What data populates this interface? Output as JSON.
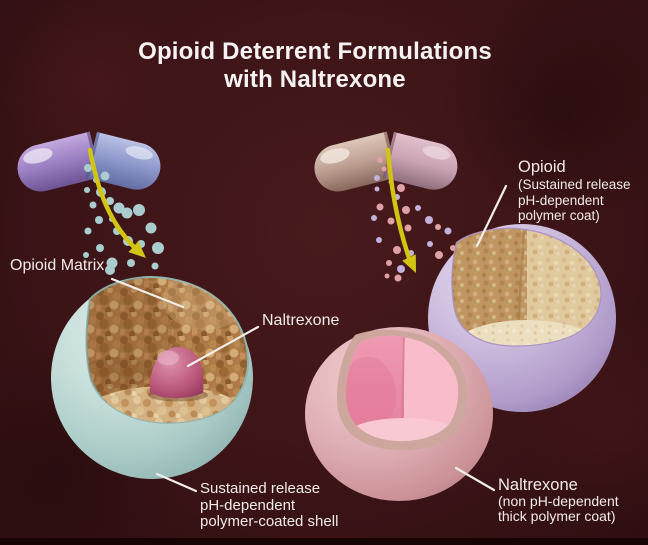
{
  "title": {
    "line1": "Opioid Deterrent Formulations",
    "line2": "with Naltrexone"
  },
  "labels": {
    "opioid_matrix": "Opioid Matrix",
    "naltrexone_core": "Naltrexone",
    "opioid_sphere": {
      "heading": "Opioid",
      "line1": "(Sustained release",
      "line2": "pH-dependent",
      "line3": "polymer coat)"
    },
    "shell": {
      "line1": "Sustained release",
      "line2": "pH-dependent",
      "line3": "polymer-coated shell"
    },
    "naltrexone_sphere": {
      "heading": "Naltrexone",
      "line1": "(non pH-dependent",
      "line2": "thick polymer coat)"
    }
  },
  "palette": {
    "background": "#3C1417",
    "title_text": "#F7F3F2",
    "arrow_yellow": "#D2C413",
    "capsule1_left_half": "#9D82C4",
    "capsule1_right_half": "#8C96C9",
    "capsule2_left_half": "#BD9F92",
    "capsule2_right_half": "#C9A3B4",
    "teal_shell": "#B7D6D2",
    "opioid_matrix_fill": "#B5804D",
    "naltrexone_ball": "#BD5379",
    "opioid_sphere_coat": "#C9B7DA",
    "naltrexone_sphere_coat": "#DDADB2",
    "particle_teal": "#A9CDCE",
    "particle_pink": "#DFA0A6",
    "particle_lavender": "#C2B1D8",
    "pointer_line": "#F3EDE9"
  }
}
